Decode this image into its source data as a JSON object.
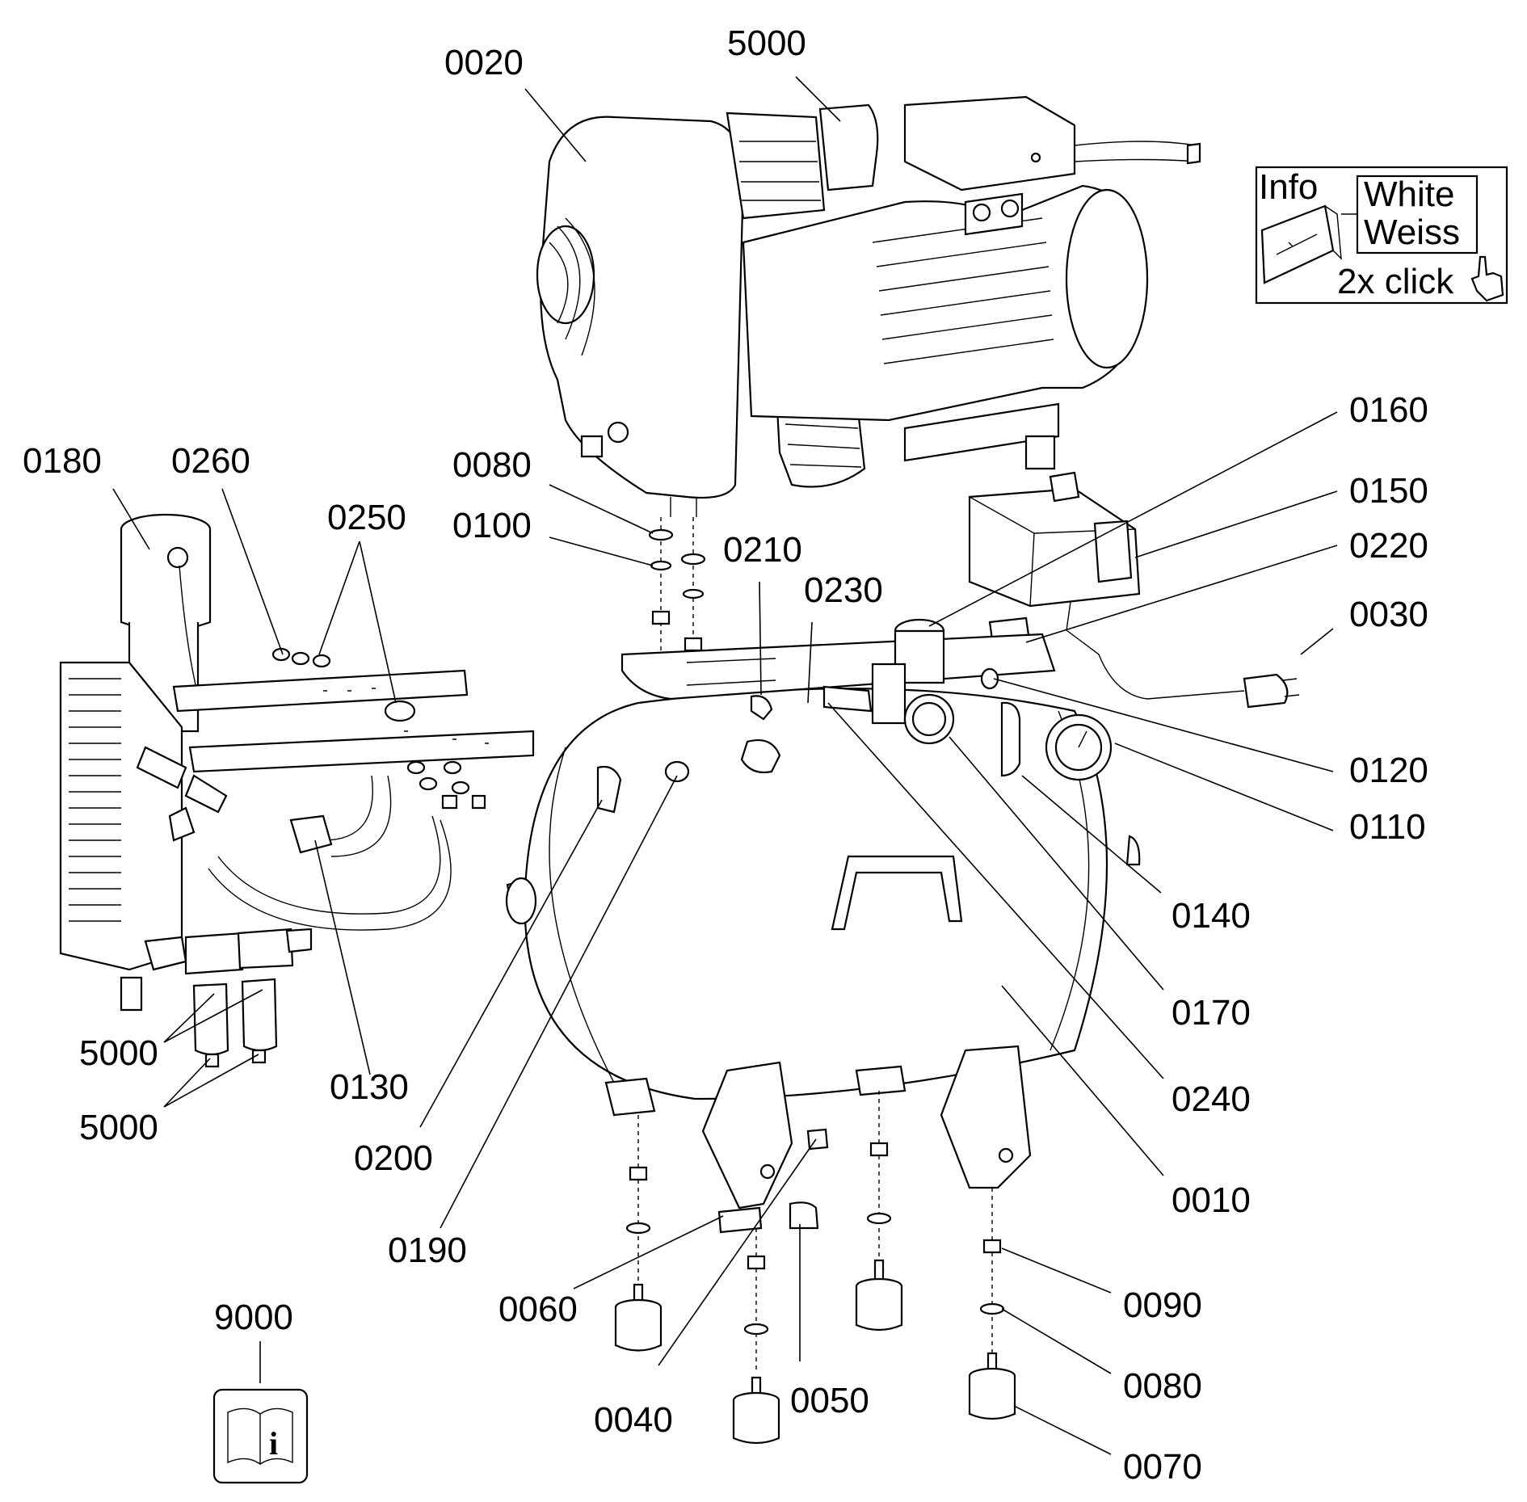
{
  "diagram_title": "",
  "labels": {
    "p0020": "0020",
    "p5000_top": "5000",
    "p0180": "0180",
    "p0260": "0260",
    "p0250": "0250",
    "p0080_top": "0080",
    "p0100": "0100",
    "p0210": "0210",
    "p0230": "0230",
    "p0160": "0160",
    "p0150": "0150",
    "p0220": "0220",
    "p0030": "0030",
    "p0120": "0120",
    "p0110": "0110",
    "p0140": "0140",
    "p0170": "0170",
    "p0240": "0240",
    "p0010": "0010",
    "p0130": "0130",
    "p0200": "0200",
    "p0190": "0190",
    "p5000_a": "5000",
    "p5000_b": "5000",
    "p0060": "0060",
    "p0040": "0040",
    "p0050": "0050",
    "p0090": "0090",
    "p0080_bot": "0080",
    "p0070": "0070",
    "p9000": "9000"
  },
  "info_box": {
    "title": "Info",
    "line1": "White",
    "line2": "Weiss",
    "action": "2x click"
  },
  "icons": [
    "manual-book-icon",
    "hand-pointer-icon",
    "info-cube-icon"
  ]
}
